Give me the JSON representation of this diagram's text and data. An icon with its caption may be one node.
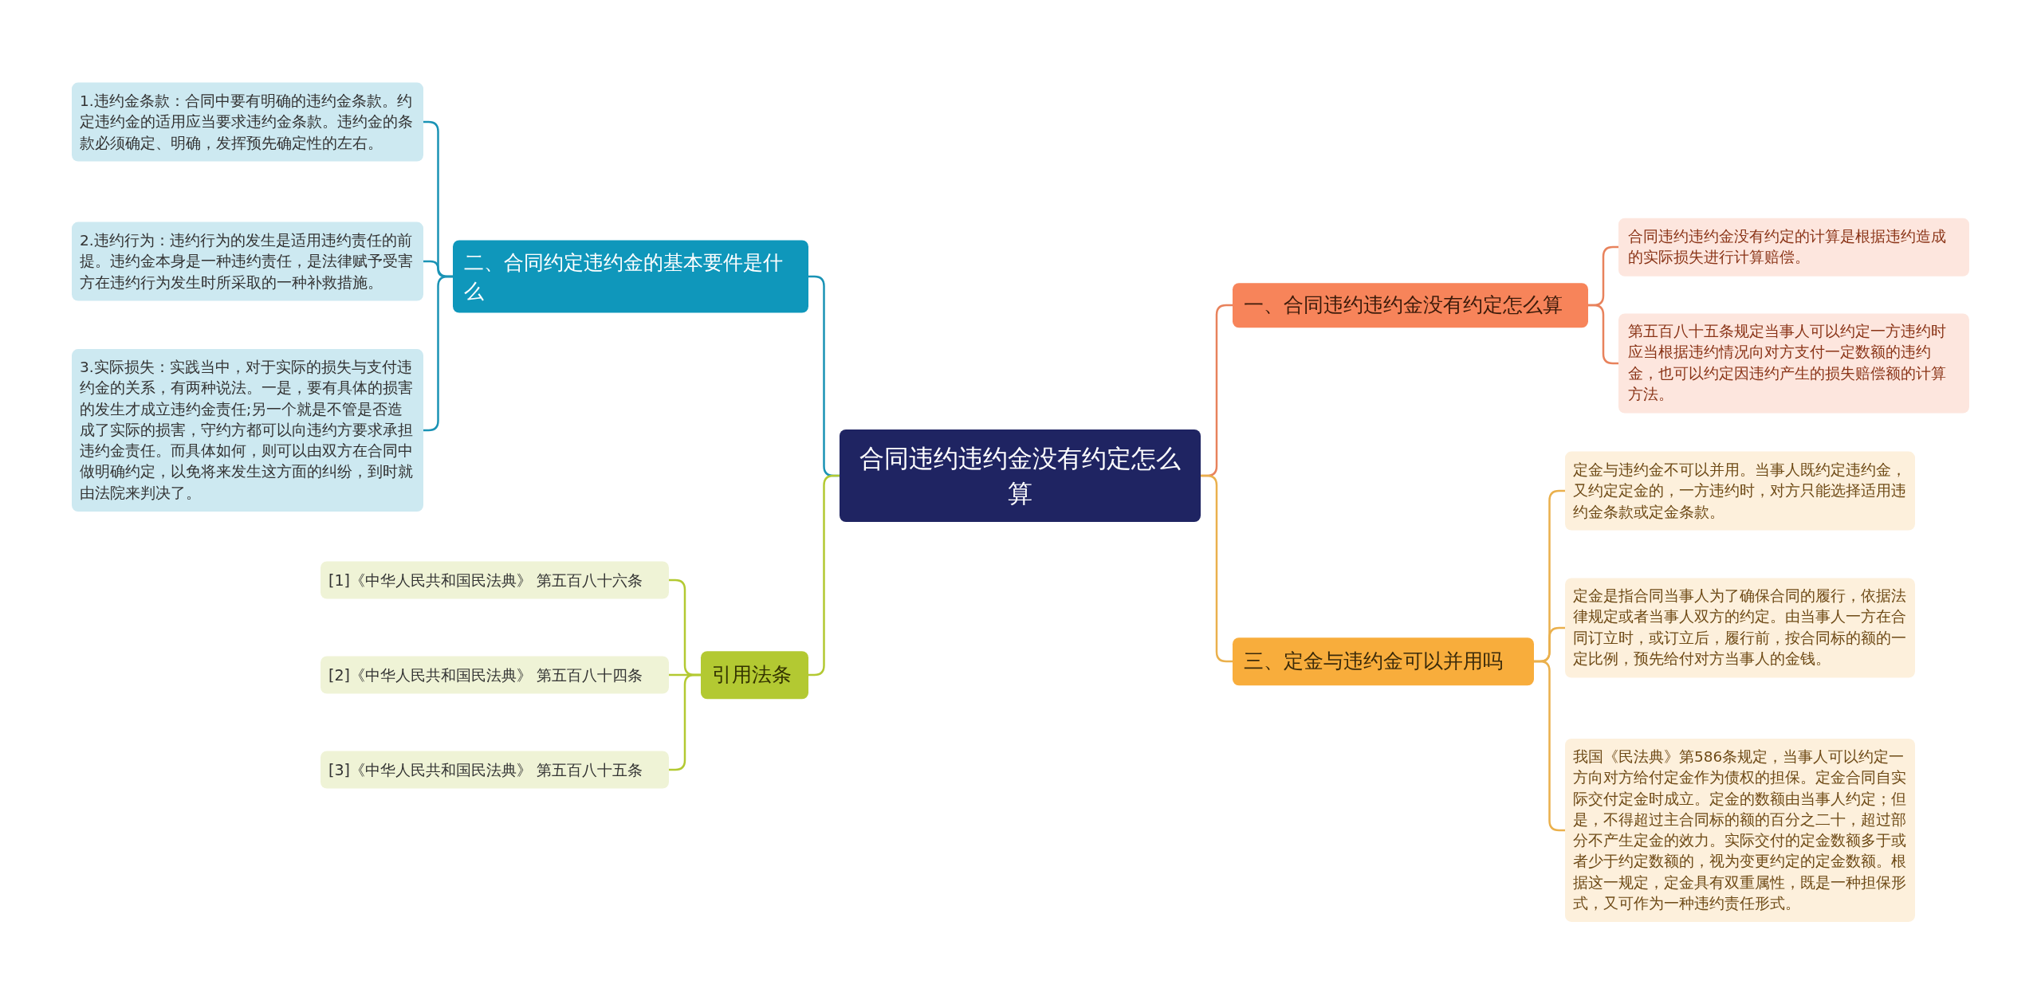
{
  "diagram": {
    "nodes": [
      {
        "text": [
          "合同违约违约金没有约定怎么算"
        ]
      },
      {
        "text": [
          "二、合同约定违约金的基本要件是什么"
        ]
      },
      {
        "text": [
          "1.违约金条款：合同中要有明确的违约金条款。约定违约金的适用应当要求违约金条款。违约金的条款必须确定、明确，发挥预先确定性的左右。"
        ]
      },
      {
        "text": [
          "2.违约行为：违约行为的发生是适用违约责任的前提。违约金本身是一种违约责任，是法律赋予受害方在违约行为发生时所采取的一种补救措施。"
        ]
      },
      {
        "text": [
          "3.实际损失：实践当中，对于实际的损失与支付违约金的关系，有两种说法。一是，要有具体的损害的发生才成立违约金责任;另一个就是不管是否造成了实际的损害，守约方都可以向违约方要求承担违约金责任。而具体如何，则可以由双方在合同中做明确约定，以免将来发生这方面的纠纷，到时就由法院来判决了。"
        ]
      },
      {
        "text": [
          "引用法条"
        ]
      },
      {
        "text": [
          "[1]《中华人民共和国民法典》 第五百八十六条"
        ]
      },
      {
        "text": [
          "[2]《中华人民共和国民法典》 第五百八十四条"
        ]
      },
      {
        "text": [
          "[3]《中华人民共和国民法典》 第五百八十五条"
        ]
      },
      {
        "text": [
          "一、合同违约违约金没有约定怎么算"
        ]
      },
      {
        "text": [
          "合同违约违约金没有约定的计算是根据违约造成的实际损失进行计算赔偿。"
        ]
      },
      {
        "text": [
          "第五百八十五条规定当事人可以约定一方违约时应当根据违约情况向对方支付一定数额的违约金，也可以约定因违约产生的损失赔偿额的计算方法。"
        ]
      },
      {
        "text": [
          "三、定金与违约金可以并用吗"
        ]
      },
      {
        "text": [
          "定金与违约金不可以并用。当事人既约定违约金，又约定定金的，一方违约时，对方只能选择适用违约金条款或定金条款。"
        ]
      },
      {
        "text": [
          "定金是指合同当事人为了确保合同的履行，依据法律规定或者当事人双方的约定。由当事人一方在合同订立时，或订立后，履行前，按合同标的额的一定比例，预先给付对方当事人的金钱。"
        ]
      },
      {
        "text": [
          "我国《民法典》第586条规定，当事人可以约定一方向对方给付定金作为债权的担保。定金合同自实际交付定金时成立。定金的数额由当事人约定；但是，不得超过主合同标的额的百分之二十，超过部分不产生定金的效力。实际交付的定金数额多于或者少于约定数额的，视为变更约定的定金数额。根据这一规定，定金具有双重属性，既是一种担保形式，又可作为一种违约责任形式。"
        ]
      }
    ],
    "edges": [
      {
        "from": 0,
        "to": 1,
        "arrow": "none",
        "color": "#1a93b5"
      },
      {
        "from": 1,
        "to": 2,
        "arrow": "none",
        "color": "#1a93b5"
      },
      {
        "from": 1,
        "to": 3,
        "arrow": "none",
        "color": "#1a93b5"
      },
      {
        "from": 1,
        "to": 4,
        "arrow": "none",
        "color": "#1a93b5"
      },
      {
        "from": 0,
        "to": 5,
        "arrow": "none",
        "color": "#b3c932"
      },
      {
        "from": 5,
        "to": 6,
        "arrow": "none",
        "color": "#b3c932"
      },
      {
        "from": 5,
        "to": 7,
        "arrow": "none",
        "color": "#b3c932"
      },
      {
        "from": 5,
        "to": 8,
        "arrow": "none",
        "color": "#b3c932"
      },
      {
        "from": 0,
        "to": 9,
        "arrow": "none",
        "color": "#e8825c"
      },
      {
        "from": 9,
        "to": 10,
        "arrow": "none",
        "color": "#e8825c"
      },
      {
        "from": 9,
        "to": 11,
        "arrow": "none",
        "color": "#e8825c"
      },
      {
        "from": 0,
        "to": 12,
        "arrow": "none",
        "color": "#eab04c"
      },
      {
        "from": 12,
        "to": 13,
        "arrow": "none",
        "color": "#eab04c"
      },
      {
        "from": 12,
        "to": 14,
        "arrow": "none",
        "color": "#eab04c"
      },
      {
        "from": 12,
        "to": 15,
        "arrow": "none",
        "color": "#eab04c"
      }
    ]
  }
}
